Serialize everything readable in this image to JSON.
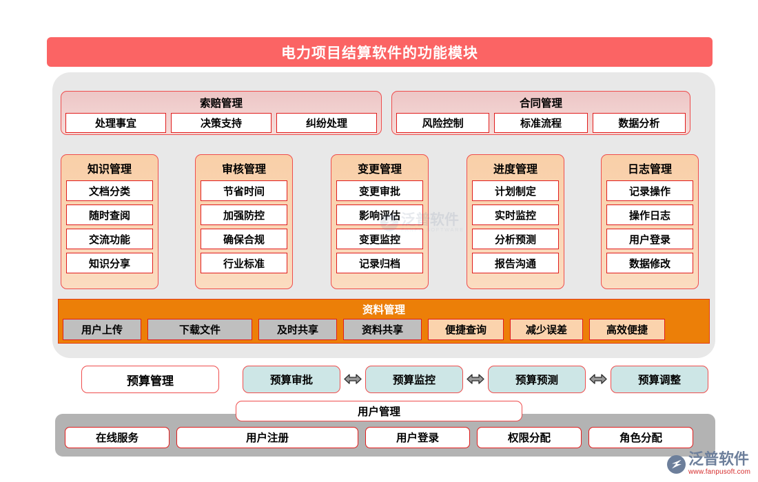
{
  "header": {
    "title": "电力项目结算软件的功能模块"
  },
  "top_groups": [
    {
      "title": "索赔管理",
      "items": [
        "处理事宜",
        "决策支持",
        "纠纷处理"
      ]
    },
    {
      "title": "合同管理",
      "items": [
        "风险控制",
        "标准流程",
        "数据分析"
      ]
    }
  ],
  "columns": [
    {
      "title": "知识管理",
      "items": [
        "文档分类",
        "随时查阅",
        "交流功能",
        "知识分享"
      ]
    },
    {
      "title": "审核管理",
      "items": [
        "节省时间",
        "加强防控",
        "确保合规",
        "行业标准"
      ]
    },
    {
      "title": "变更管理",
      "items": [
        "变更审批",
        "影响评估",
        "变更监控",
        "记录归档"
      ]
    },
    {
      "title": "进度管理",
      "items": [
        "计划制定",
        "实时监控",
        "分析预测",
        "报告沟通"
      ]
    },
    {
      "title": "日志管理",
      "items": [
        "记录操作",
        "操作日志",
        "用户登录",
        "数据修改"
      ]
    }
  ],
  "data_bar": {
    "title": "资料管理",
    "items": [
      {
        "label": "用户上传",
        "style": "gray"
      },
      {
        "label": "下载文件",
        "style": "gray"
      },
      {
        "label": "及时共享",
        "style": "gray"
      },
      {
        "label": "资料共享",
        "style": "gray"
      },
      {
        "label": "便捷查询",
        "style": "peach"
      },
      {
        "label": "减少误差",
        "style": "peach"
      },
      {
        "label": "高效便捷",
        "style": "peach"
      }
    ]
  },
  "budget": {
    "main": "预算管理",
    "steps": [
      "预算审批",
      "预算监控",
      "预算预测",
      "预算调整"
    ],
    "connector": "double-arrow-icon"
  },
  "user_section": {
    "title": "用户管理",
    "items": [
      "在线服务",
      "用户注册",
      "用户登录",
      "权限分配",
      "角色分配"
    ]
  },
  "branding": {
    "watermark_cn": "泛普软件",
    "watermark_en": "FANPU SOFTWARE",
    "logo_cn": "泛普软件",
    "logo_url": "www.fanpusoft.com"
  },
  "colors": {
    "title_bar": "#fb6464",
    "panel_gray": "#e8e8e8",
    "group_pink": "#edc6c6",
    "column_orange": "#f9cfa8",
    "bar_orange": "#ec7f08",
    "cell_border_red": "#e01b1b",
    "budget_cyan": "#cde6e6",
    "bottom_gray": "#b3b3b3",
    "logo_blue": "#6d7f9b",
    "logo_red": "#d52b2b"
  }
}
